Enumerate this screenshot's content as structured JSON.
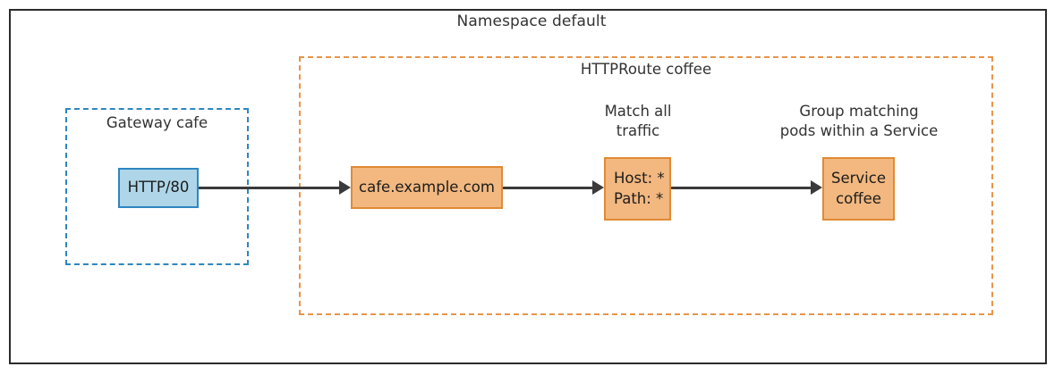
{
  "diagram": {
    "title": "Namespace default",
    "groups": {
      "gateway": {
        "label": "Gateway cafe",
        "border_color": "#2e86c1",
        "style": "dashed"
      },
      "httproute": {
        "label": "HTTPRoute coffee",
        "border_color": "#e8944a",
        "style": "dashed"
      }
    },
    "nodes": {
      "listener": {
        "label": "HTTP/80",
        "fill": "#aed6e8",
        "border": "#2e86c1"
      },
      "hostname": {
        "label": "cafe.example.com",
        "fill": "#f2b880",
        "border": "#e08a34"
      },
      "match": {
        "label": "Host: *\nPath: *",
        "fill": "#f2b880",
        "border": "#e08a34"
      },
      "service": {
        "label": "Service\ncoffee",
        "fill": "#f2b880",
        "border": "#e08a34"
      }
    },
    "annotations": {
      "match": "Match all\ntraffic",
      "service": "Group matching\npods within a Service"
    },
    "edges": [
      {
        "from": "HTTP/80",
        "to": "cafe.example.com"
      },
      {
        "from": "cafe.example.com",
        "to": "Host: * / Path: *"
      },
      {
        "from": "Host: * / Path: *",
        "to": "Service coffee"
      }
    ],
    "colors": {
      "frame": "#2b2b2b",
      "edge": "#3a3a3a",
      "text": "#333333"
    }
  }
}
